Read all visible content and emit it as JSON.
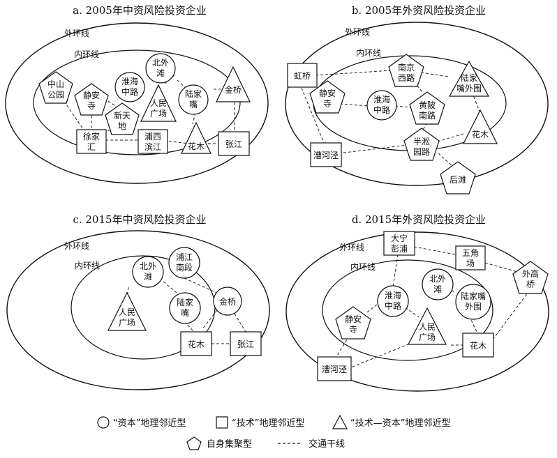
{
  "panels": [
    {
      "title": "a. 2005年中资风险投资企业",
      "outer_label": "外环线",
      "inner_label": "内环线",
      "nodes": {
        "zs": {
          "shape": "pentagon",
          "label": [
            "中山",
            "公园"
          ]
        },
        "ja": {
          "shape": "pentagon",
          "label": [
            "静安",
            "寺"
          ]
        },
        "hh": {
          "shape": "circle",
          "label": [
            "淮海",
            "中路"
          ]
        },
        "bw": {
          "shape": "circle",
          "label": [
            "北外",
            "滩"
          ]
        },
        "ljz": {
          "shape": "circle",
          "label": [
            "陆家",
            "嘴"
          ]
        },
        "xtd": {
          "shape": "pentagon",
          "label": [
            "新天",
            "地"
          ]
        },
        "rmgc": {
          "shape": "triangle",
          "label": [
            "人民",
            "广场"
          ]
        },
        "jq": {
          "shape": "triangle",
          "label": [
            "金桥"
          ]
        },
        "xjh": {
          "shape": "square",
          "label": [
            "徐家",
            "汇"
          ]
        },
        "pxbj": {
          "shape": "square",
          "label": [
            "浦西",
            "滨江"
          ]
        },
        "hm": {
          "shape": "triangle",
          "label": [
            "花木"
          ]
        },
        "zj": {
          "shape": "square",
          "label": [
            "张江"
          ]
        }
      }
    },
    {
      "title": "b. 2005年外资风险投资企业",
      "outer_label": "外环线",
      "inner_label": "内环线",
      "nodes": {
        "hq": {
          "shape": "square",
          "label": [
            "虹桥"
          ]
        },
        "njxl": {
          "shape": "pentagon",
          "label": [
            "南京",
            "西路"
          ]
        },
        "ljzww": {
          "shape": "triangle",
          "label": [
            "陆家",
            "嘴外围"
          ]
        },
        "ja": {
          "shape": "pentagon",
          "label": [
            "静安",
            "寺"
          ]
        },
        "hh": {
          "shape": "circle",
          "label": [
            "淮海",
            "中路"
          ]
        },
        "hpnl": {
          "shape": "pentagon",
          "label": [
            "黄陂",
            "南路"
          ]
        },
        "hm": {
          "shape": "triangle",
          "label": [
            "花木"
          ]
        },
        "bsyl": {
          "shape": "pentagon",
          "label": [
            "半淞",
            "园路"
          ]
        },
        "chj": {
          "shape": "square",
          "label": [
            "漕河泾"
          ]
        },
        "ht": {
          "shape": "pentagon",
          "label": [
            "后滩"
          ]
        }
      }
    },
    {
      "title": "c. 2015年中资风险投资企业",
      "outer_label": "外环线",
      "inner_label": "内环线",
      "nodes": {
        "bw": {
          "shape": "circle",
          "label": [
            "北外",
            "滩"
          ]
        },
        "pjnd": {
          "shape": "circle",
          "label": [
            "浦江",
            "南段"
          ]
        },
        "jq": {
          "shape": "circle",
          "label": [
            "金桥"
          ]
        },
        "ljz": {
          "shape": "circle",
          "label": [
            "陆家",
            "嘴"
          ]
        },
        "rmgc": {
          "shape": "triangle",
          "label": [
            "人民",
            "广场"
          ]
        },
        "hm": {
          "shape": "square",
          "label": [
            "花木"
          ]
        },
        "zj": {
          "shape": "square",
          "label": [
            "张江"
          ]
        }
      }
    },
    {
      "title": "d. 2015年外资风险投资企业",
      "outer_label": "外环线",
      "inner_label": "内环线",
      "nodes": {
        "dnpp": {
          "shape": "square",
          "label": [
            "大宁",
            "彭浦"
          ]
        },
        "wjc": {
          "shape": "square",
          "label": [
            "五角",
            "场"
          ]
        },
        "wgq": {
          "shape": "pentagon",
          "label": [
            "外高",
            "桥"
          ]
        },
        "hh": {
          "shape": "circle",
          "label": [
            "淮海",
            "中路"
          ]
        },
        "bw": {
          "shape": "circle",
          "label": [
            "北外",
            "滩"
          ]
        },
        "ljzww": {
          "shape": "circle",
          "label": [
            "陆家嘴",
            "外围"
          ]
        },
        "ja": {
          "shape": "pentagon",
          "label": [
            "静安",
            "寺"
          ]
        },
        "rmgc": {
          "shape": "triangle",
          "label": [
            "人民",
            "广场"
          ]
        },
        "hm": {
          "shape": "square",
          "label": [
            "花木"
          ]
        },
        "chj": {
          "shape": "square",
          "label": [
            "漕河泾"
          ]
        }
      }
    }
  ],
  "legend": [
    {
      "shape": "circle",
      "label": "“资本”地理邻近型"
    },
    {
      "shape": "square",
      "label": "“技术”地理邻近型"
    },
    {
      "shape": "triangle",
      "label": "“技术—资本”地理邻近型"
    },
    {
      "shape": "pentagon",
      "label": "自身集聚型"
    },
    {
      "shape": "dash",
      "label": "交通干线"
    }
  ]
}
